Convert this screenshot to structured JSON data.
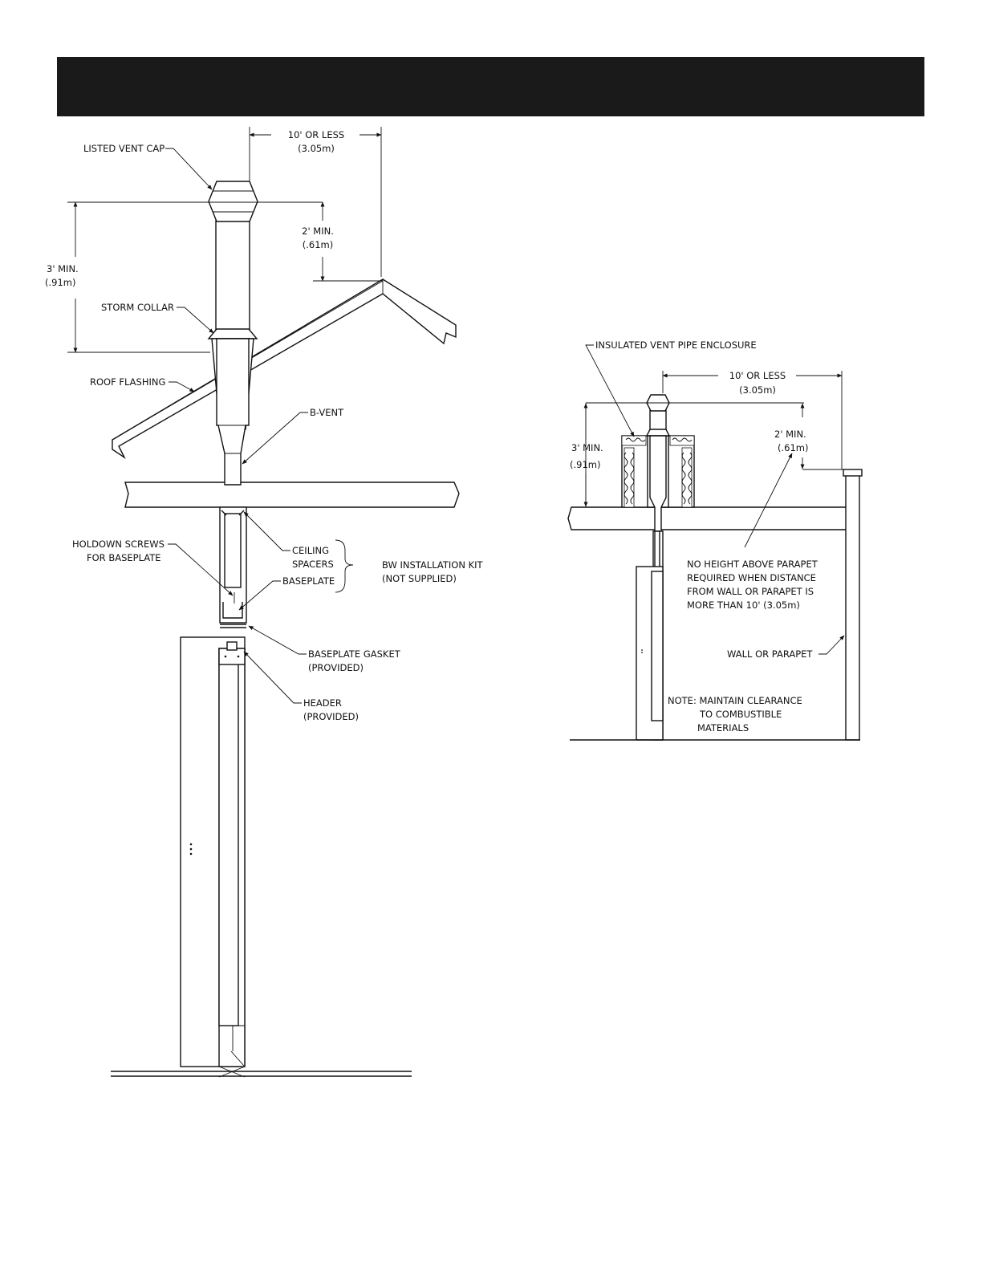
{
  "labels": {
    "left": {
      "vent_cap": "LISTED VENT CAP",
      "dist_10_line1": "10' OR LESS",
      "dist_10_line2": "(3.05m)",
      "min_2_line1": "2' MIN.",
      "min_2_line2": "(.61m)",
      "min_3_line1": "3' MIN.",
      "min_3_line2": "(.91m)",
      "storm_collar": "STORM COLLAR",
      "roof_flashing": "ROOF FLASHING",
      "b_vent": "B-VENT",
      "holdown_line1": "HOLDOWN SCREWS",
      "holdown_line2": "FOR BASEPLATE",
      "ceiling_line1": "CEILING",
      "ceiling_line2": "SPACERS",
      "baseplate": "BASEPLATE",
      "kit_line1": "BW INSTALLATION KIT",
      "kit_line2": "(NOT SUPPLIED)",
      "gasket_line1": "BASEPLATE GASKET",
      "gasket_line2": "(PROVIDED)",
      "header_line1": "HEADER",
      "header_line2": "(PROVIDED)"
    },
    "right": {
      "enclosure": "INSULATED VENT PIPE ENCLOSURE",
      "dist_10_line1": "10' OR LESS",
      "dist_10_line2": "(3.05m)",
      "min_3_line1": "3' MIN.",
      "min_3_line2": "(.91m)",
      "min_2_line1": "2' MIN.",
      "min_2_line2": "(.61m)",
      "parapet_note_line1": "NO HEIGHT ABOVE PARAPET",
      "parapet_note_line2": "REQUIRED WHEN DISTANCE",
      "parapet_note_line3": "FROM WALL OR PARAPET IS",
      "parapet_note_line4": "MORE THAN 10' (3.05m)",
      "wall": "WALL OR PARAPET",
      "note_line1": "NOTE: MAINTAIN CLEARANCE",
      "note_line2": "TO COMBUSTIBLE",
      "note_line3": "MATERIALS"
    }
  }
}
